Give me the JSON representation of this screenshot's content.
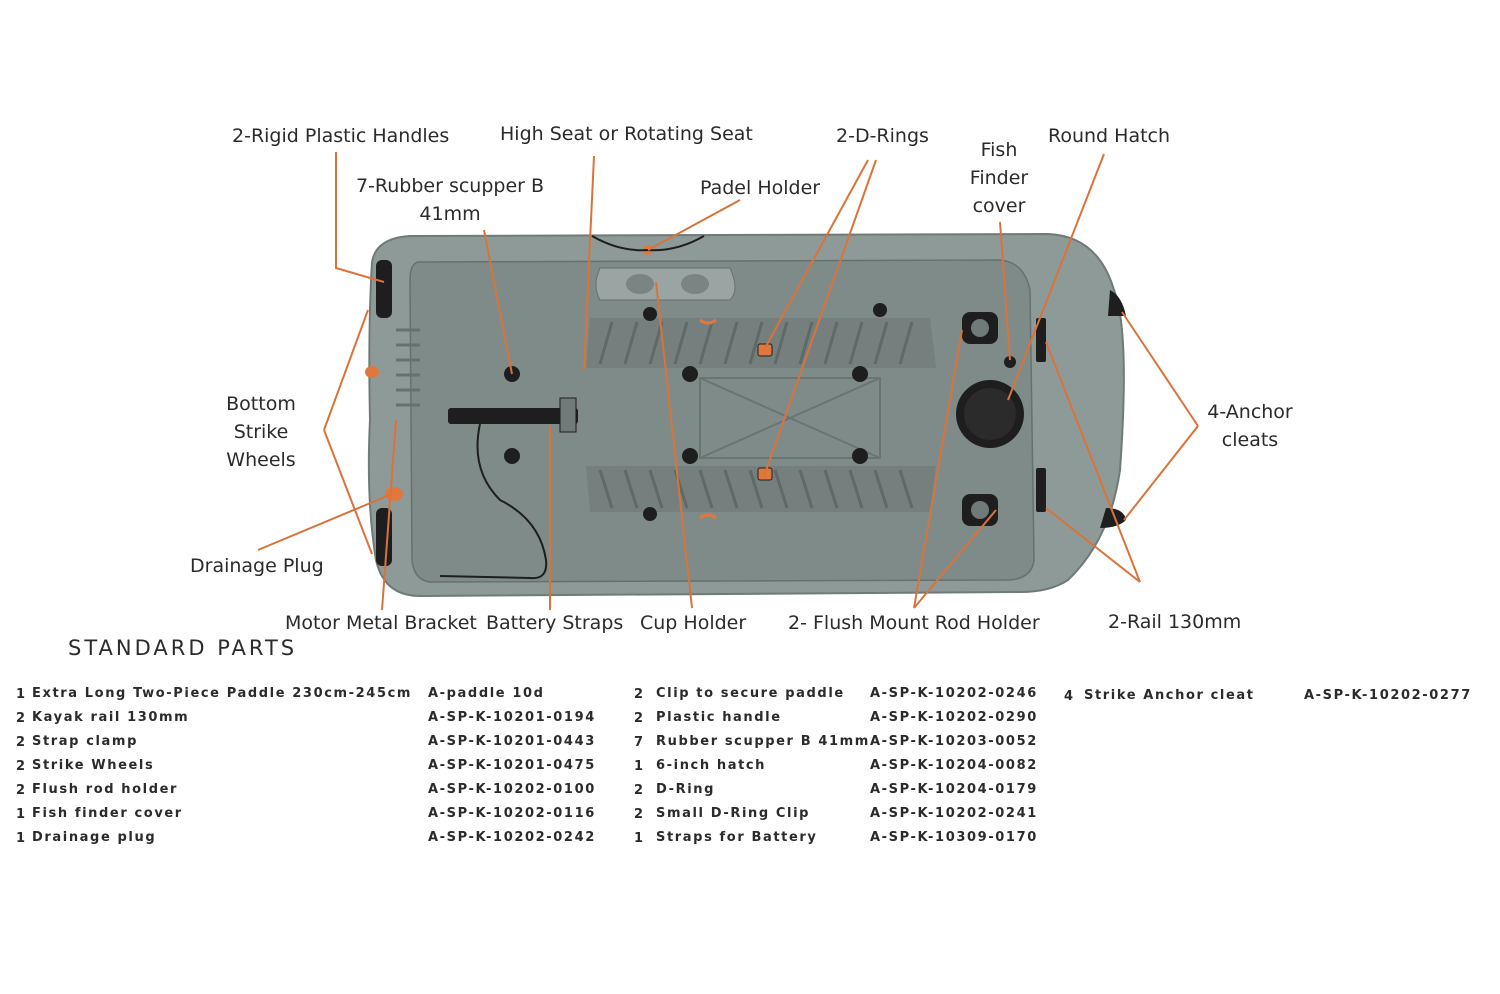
{
  "callouts": {
    "handles": "2-Rigid Plastic Handles",
    "seat": "High Seat or Rotating Seat",
    "drings": "2-D-Rings",
    "fishfinder": [
      "Fish",
      "Finder",
      "cover"
    ],
    "hatch": "Round Hatch",
    "scupper": [
      "7-Rubber scupper B",
      "41mm"
    ],
    "paddleholder": "Padel Holder",
    "wheels": [
      "Bottom",
      "Strike",
      "Wheels"
    ],
    "anchor": [
      "4-Anchor",
      "cleats"
    ],
    "drainage": "Drainage Plug",
    "bracket": "Motor Metal Bracket",
    "straps": "Battery Straps",
    "cupholder": "Cup Holder",
    "rodholder": "2- Flush Mount Rod Holder",
    "rail": "2-Rail 130mm"
  },
  "parts": {
    "title": "STANDARD PARTS",
    "columns": [
      [
        {
          "qty": "1",
          "name": "Extra Long Two-Piece Paddle 230cm-245cm",
          "code": "A-paddle 10d"
        },
        {
          "qty": "2",
          "name": "Kayak rail 130mm",
          "code": "A-SP-K-10201-0194"
        },
        {
          "qty": "2",
          "name": "Strap clamp",
          "code": "A-SP-K-10201-0443"
        },
        {
          "qty": "2",
          "name": "Strike Wheels",
          "code": "A-SP-K-10201-0475"
        },
        {
          "qty": "2",
          "name": "Flush rod holder",
          "code": "A-SP-K-10202-0100"
        },
        {
          "qty": "1",
          "name": "Fish finder cover",
          "code": "A-SP-K-10202-0116"
        },
        {
          "qty": "1",
          "name": "Drainage plug",
          "code": "A-SP-K-10202-0242"
        }
      ],
      [
        {
          "qty": "2",
          "name": "Clip to secure paddle",
          "code": "A-SP-K-10202-0246"
        },
        {
          "qty": "2",
          "name": "Plastic handle",
          "code": "A-SP-K-10202-0290"
        },
        {
          "qty": "7",
          "name": "Rubber scupper B 41mm",
          "code": "A-SP-K-10203-0052"
        },
        {
          "qty": "1",
          "name": "6-inch hatch",
          "code": "A-SP-K-10204-0082"
        },
        {
          "qty": "2",
          "name": "D-Ring",
          "code": "A-SP-K-10204-0179"
        },
        {
          "qty": "2",
          "name": "Small D-Ring Clip",
          "code": "A-SP-K-10202-0241"
        },
        {
          "qty": "1",
          "name": "Straps for Battery",
          "code": "A-SP-K-10309-0170"
        }
      ],
      [
        {
          "qty": "4",
          "name": "Strike Anchor cleat",
          "code": "A-SP-K-10202-0277"
        }
      ]
    ]
  },
  "colors": {
    "hull": "#8e9a98",
    "hull_dark": "#6f7a79",
    "hull_light": "#a9b3b1",
    "leader": "#d9733a",
    "accent_orange": "#e0783e",
    "black": "#1e1e1e"
  }
}
